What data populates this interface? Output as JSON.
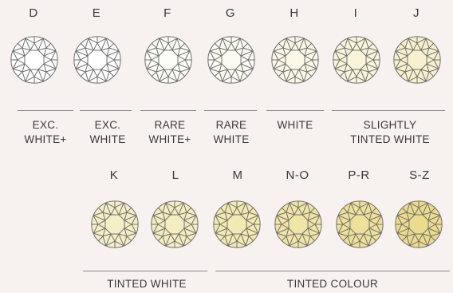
{
  "row1": {
    "grades": [
      {
        "letter": "D",
        "color": "#ffffff"
      },
      {
        "letter": "E",
        "color": "#ffffff"
      },
      {
        "letter": "F",
        "color": "#fdfdf8"
      },
      {
        "letter": "G",
        "color": "#fcfbf2"
      },
      {
        "letter": "H",
        "color": "#fbf9e6"
      },
      {
        "letter": "I",
        "color": "#f9f5da"
      },
      {
        "letter": "J",
        "color": "#f7f1cd"
      }
    ],
    "labels": [
      {
        "line1": "EXC.",
        "line2": "WHITE+"
      },
      {
        "line1": "EXC.",
        "line2": "WHITE"
      },
      {
        "line1": "RARE",
        "line2": "WHITE+"
      },
      {
        "line1": "RARE",
        "line2": "WHITE"
      },
      {
        "line1": "WHITE",
        "line2": ""
      },
      {
        "line1": "SLIGHTLY",
        "line2": "TINTED WHITE"
      }
    ]
  },
  "row2": {
    "grades": [
      {
        "letter": "K",
        "color": "#f6efc6"
      },
      {
        "letter": "L",
        "color": "#f5edbf"
      },
      {
        "letter": "M",
        "color": "#f3e9b2"
      },
      {
        "letter": "N-O",
        "color": "#f1e5a6"
      },
      {
        "letter": "P-R",
        "color": "#efe19b"
      },
      {
        "letter": "S-Z",
        "color": "#ecdb8c"
      }
    ],
    "labels": [
      {
        "text": "TINTED WHITE"
      },
      {
        "text": "TINTED COLOUR"
      }
    ]
  },
  "colors": {
    "background": "#f7f1ef",
    "stroke": "#6e6e6e",
    "text": "#3a3a3a"
  }
}
